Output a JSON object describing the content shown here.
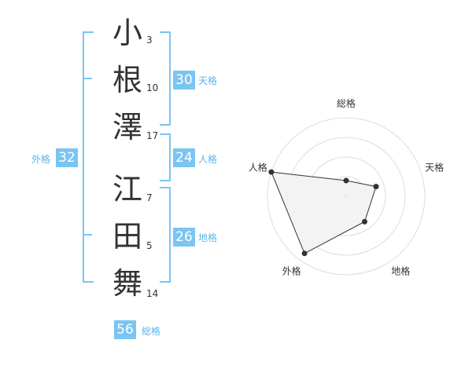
{
  "name": {
    "chars": [
      {
        "char": "小",
        "strokes": "3"
      },
      {
        "char": "根",
        "strokes": "10"
      },
      {
        "char": "澤",
        "strokes": "17"
      },
      {
        "char": "江",
        "strokes": "7"
      },
      {
        "char": "田",
        "strokes": "5"
      },
      {
        "char": "舞",
        "strokes": "14"
      }
    ]
  },
  "fortunes": {
    "tenkaku": {
      "value": "30",
      "label": "天格"
    },
    "jinkaku": {
      "value": "24",
      "label": "人格"
    },
    "chikaku": {
      "value": "26",
      "label": "地格"
    },
    "gaikaku": {
      "value": "32",
      "label": "外格"
    },
    "soukaku": {
      "value": "56",
      "label": "総格"
    }
  },
  "colors": {
    "accent": "#7ac5f2",
    "accent_text": "#5ab4ea",
    "radar_fill": "#f2f2f2",
    "radar_line": "#333333",
    "ring": "#dddddd"
  },
  "chart_data": {
    "type": "radar",
    "axes": [
      "総格",
      "天格",
      "地格",
      "外格",
      "人格"
    ],
    "values": [
      0.2,
      0.4,
      0.4,
      0.9,
      1.0
    ],
    "range": [
      0,
      1
    ],
    "rings": 4
  }
}
